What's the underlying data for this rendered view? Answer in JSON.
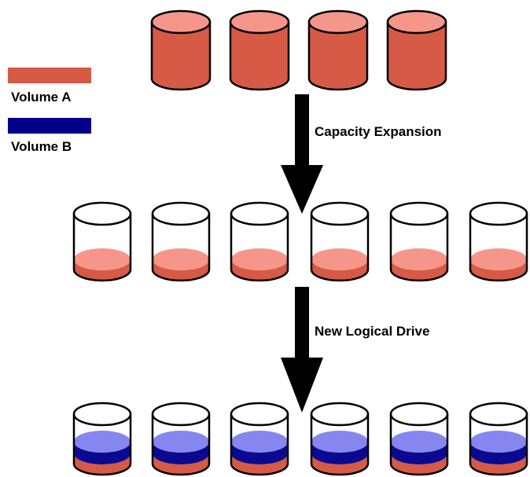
{
  "legend": {
    "items": [
      {
        "label": "Volume A",
        "color": "#D65A46"
      },
      {
        "label": "Volume B",
        "color": "#00008B"
      }
    ]
  },
  "steps": [
    {
      "label": "Capacity Expansion"
    },
    {
      "label": "New Logical Drive"
    }
  ],
  "colors": {
    "volume_a_body": "#D65A46",
    "volume_a_top": "#F6968A",
    "volume_b_body": "#0A0A90",
    "volume_b_top": "#8686F0",
    "drive_outline": "#000000",
    "arrow": "#000000"
  },
  "rows": [
    {
      "name": "original-array",
      "drive_count": 4,
      "fill": [
        "volume_a_full"
      ]
    },
    {
      "name": "expanded-array",
      "drive_count": 6,
      "fill": [
        "volume_a_low"
      ]
    },
    {
      "name": "new-logical-drive-array",
      "drive_count": 6,
      "fill": [
        "volume_a_low",
        "volume_b_stacked"
      ]
    }
  ]
}
